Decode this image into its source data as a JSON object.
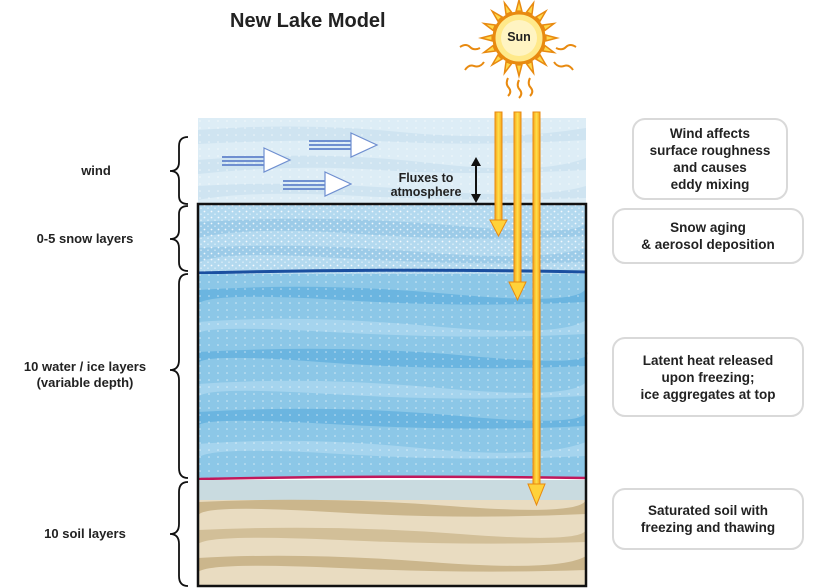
{
  "title": "New Lake Model",
  "sun_label": "Sun",
  "flux_label": "Fluxes to\natmosphere",
  "layers": {
    "wind": "wind",
    "snow": "0-5 snow layers",
    "water_ice": "10 water / ice layers\n(variable depth)",
    "soil": "10 soil layers"
  },
  "notes": {
    "wind": "Wind affects\nsurface roughness\nand causes\neddy mixing",
    "snow": "Snow aging\n& aerosol deposition",
    "latent": "Latent heat released\nupon freezing;\nice aggregates at top",
    "soil": "Saturated soil with\nfreezing and thawing"
  },
  "colors": {
    "sky": "#dcebf4",
    "snow": "#a9d3ec",
    "water": "#7fc0e4",
    "water_band": "#5aaee0",
    "soil_light": "#e8dcc2",
    "soil_dark": "#c9b48b",
    "ray_fill": "#ffd23a",
    "ray_edge": "#e88a10",
    "interface_line": "#1a4fa0",
    "bottom_line": "#c2185b"
  }
}
